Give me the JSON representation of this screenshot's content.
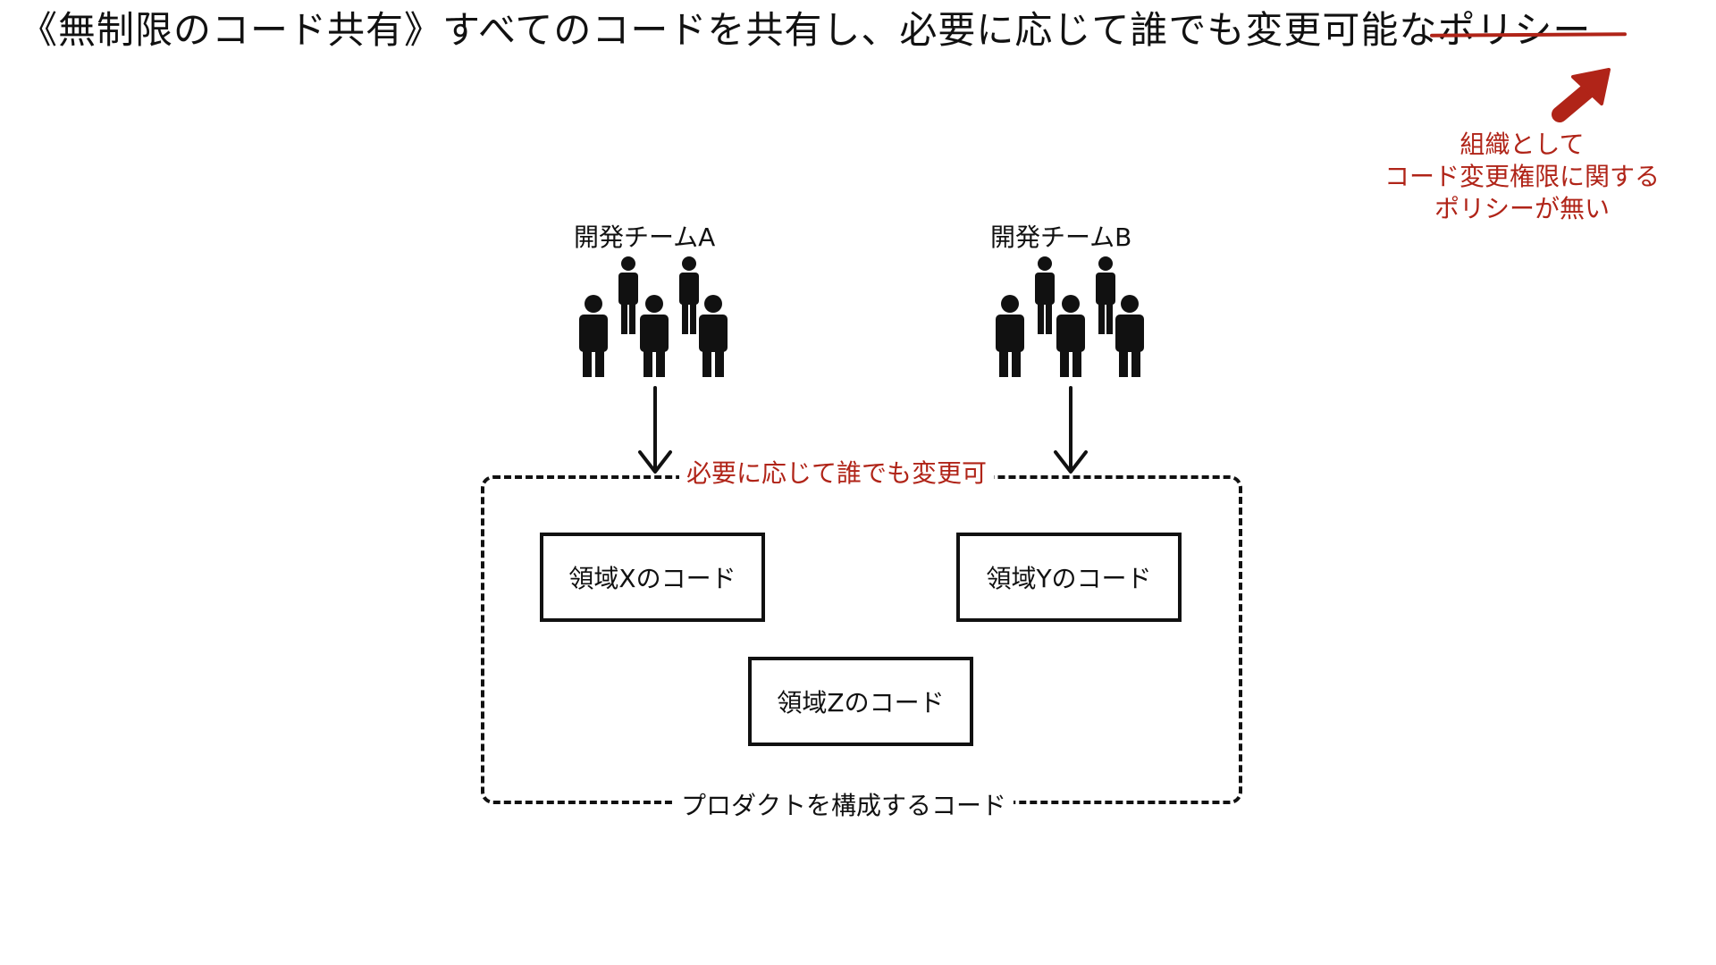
{
  "title": {
    "main": "《無制限のコード共有》すべてのコードを共有し、必要に応じて誰でも変更可能な",
    "struck": "ポリシー"
  },
  "note": {
    "line1": "組織として",
    "line2": "コード変更権限に関する",
    "line3": "ポリシーが無い"
  },
  "teams": {
    "a": "開発チームA",
    "b": "開発チームB"
  },
  "container": {
    "policy_label": "必要に応じて誰でも変更可",
    "label": "プロダクトを構成するコード"
  },
  "boxes": {
    "x": "領域Xのコード",
    "y": "領域Yのコード",
    "z": "領域Zのコード"
  },
  "icons": {
    "people": "people-group-icon",
    "arrow": "arrow-down-icon",
    "pointer": "arrow-up-right-icon"
  },
  "colors": {
    "accent": "#b02418",
    "ink": "#111111"
  }
}
